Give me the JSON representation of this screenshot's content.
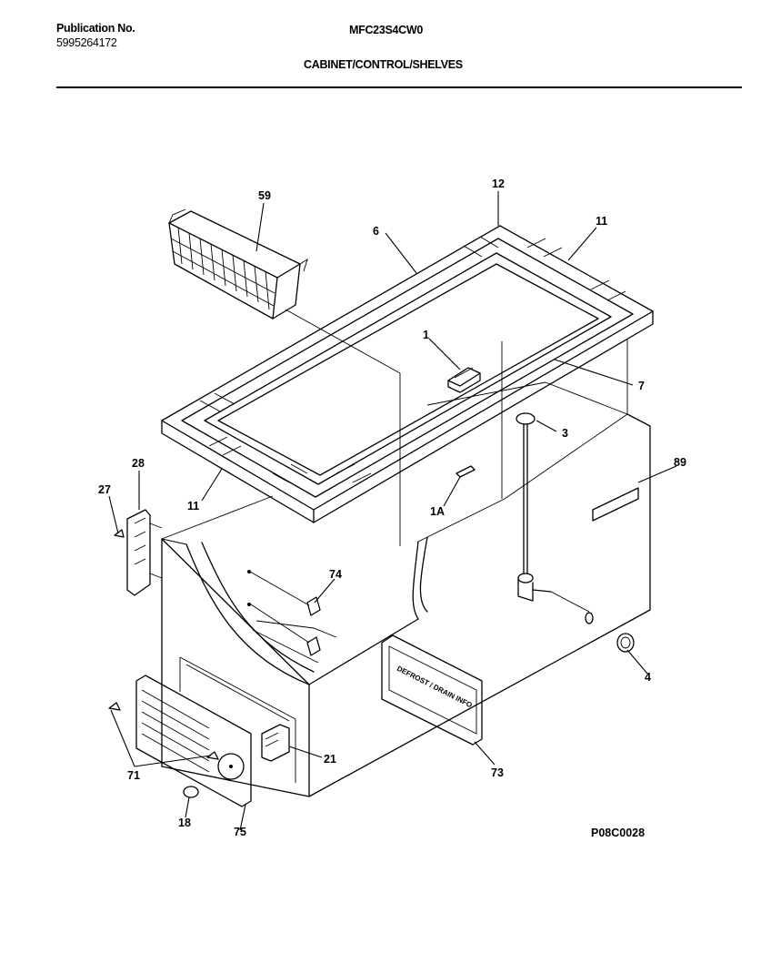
{
  "header": {
    "publication_label": "Publication No.",
    "publication_number": "5995264172",
    "model": "MFC23S4CW0",
    "section_title": "CABINET/CONTROL/SHELVES"
  },
  "diagram": {
    "footer_code": "P08C0028",
    "drain_plate_text": "DEFROST / DRAIN INFO",
    "callouts": [
      "59",
      "6",
      "12",
      "11",
      "1",
      "7",
      "3",
      "89",
      "28",
      "27",
      "11",
      "1A",
      "74",
      "4",
      "73",
      "21",
      "71",
      "18",
      "75"
    ]
  }
}
